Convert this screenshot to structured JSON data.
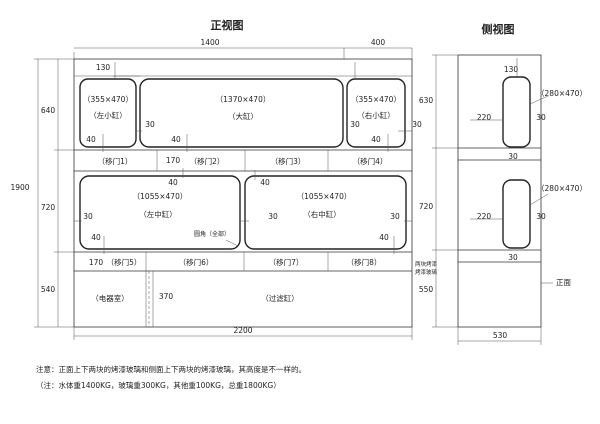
{
  "titles": {
    "front": "正视图",
    "side": "侧视图"
  },
  "dims": {
    "top_1400": "1400",
    "top_400": "400",
    "bottom_2200": "2200",
    "h_1900": "1900",
    "h_640": "640",
    "h_720": "720",
    "h_540": "540",
    "side_630": "630",
    "side_720": "720",
    "side_550": "550",
    "side_530": "530",
    "d130_front": "130",
    "d130_side": "130",
    "d30": "30",
    "d40": "40",
    "d170": "170",
    "d220": "220",
    "d370": "370"
  },
  "tanks": {
    "left_small_size": "（355×470）",
    "left_small_name": "（左小缸）",
    "main_size": "（1370×470）",
    "main_name": "（大缸）",
    "right_small_size": "（355×470）",
    "right_small_name": "（右小缸）",
    "left_mid_size": "（1055×470）",
    "left_mid_name": "（左中缸）",
    "right_mid_size": "（1055×470）",
    "right_mid_name": "（右中缸）",
    "side_size_top": "（280×470）",
    "side_size_bottom": "（280×470）"
  },
  "doors": {
    "d1": "（移门1）",
    "d2": "（移门2）",
    "d3": "（移门3）",
    "d4": "（移门4）",
    "d5": "（移门5）",
    "d6": "（移门6）",
    "d7": "（移门7）",
    "d8": "（移门8）"
  },
  "rooms": {
    "electric": "（电器室）",
    "filter": "（过滤缸）"
  },
  "callouts": {
    "round_corner": "圆角（全部）",
    "glass_line1": "两块烤漆",
    "glass_line2": "烤漆玻璃",
    "front_side": "正面"
  },
  "notes": {
    "line1": "注意：正面上下两块的烤漆玻璃和侧面上下两块的烤漆玻璃，其高度是不一样的。",
    "line2": "（注：水体重1400KG，玻璃重300KG，其他重100KG，总重1800KG）"
  }
}
